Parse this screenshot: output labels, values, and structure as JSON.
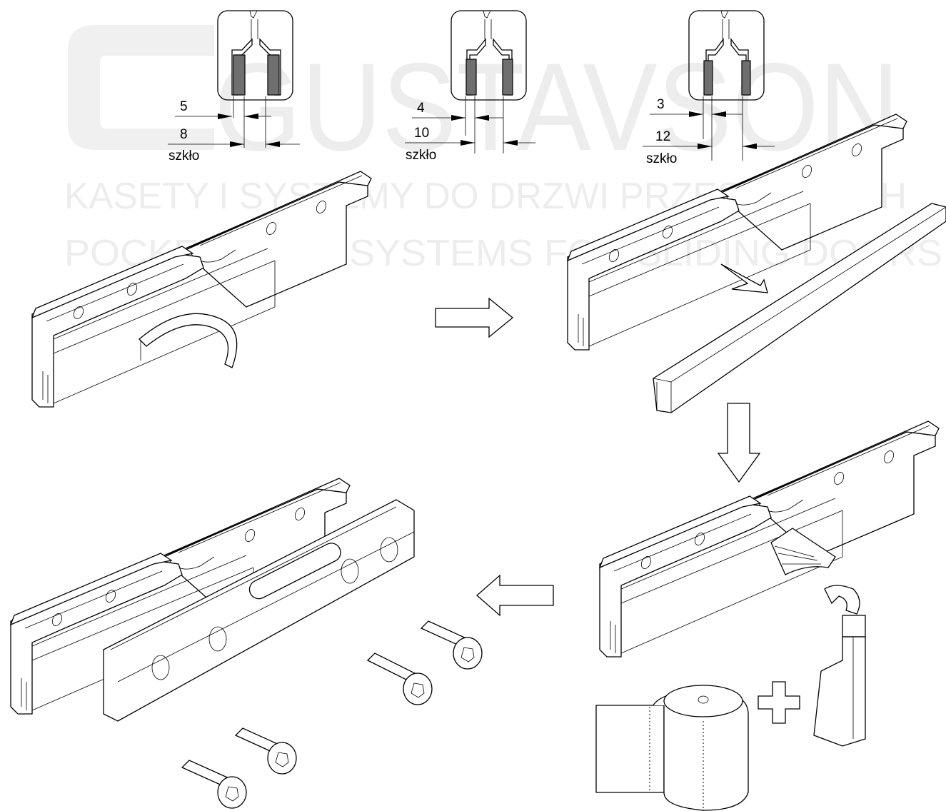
{
  "watermark": {
    "brand": "GUSTAVSON",
    "line_pl": "KASETY I SYSTEMY DO DRZWI PRZESUWNYCH",
    "line_en": "POCKETS AND SYSTEMS FOR SLIDING DOORS",
    "color": "#ededed"
  },
  "sections": [
    {
      "gap": "5",
      "glass": "8",
      "glass_label": "szkło"
    },
    {
      "gap": "4",
      "glass": "10",
      "glass_label": "szkło"
    },
    {
      "gap": "3",
      "glass": "12",
      "glass_label": "szkło"
    }
  ],
  "steps": [
    {
      "name": "peel-tape"
    },
    {
      "name": "insert-glass"
    },
    {
      "name": "clean-with-cloth-and-tool"
    },
    {
      "name": "mount-clamp-plate-with-screws"
    }
  ],
  "arrows": [
    "right",
    "down",
    "left"
  ],
  "icons": [
    "tape-strip-icon",
    "glass-panel-icon",
    "paper-roll-icon",
    "plus-icon",
    "hex-key-tool-icon",
    "socket-head-screw-icon"
  ]
}
